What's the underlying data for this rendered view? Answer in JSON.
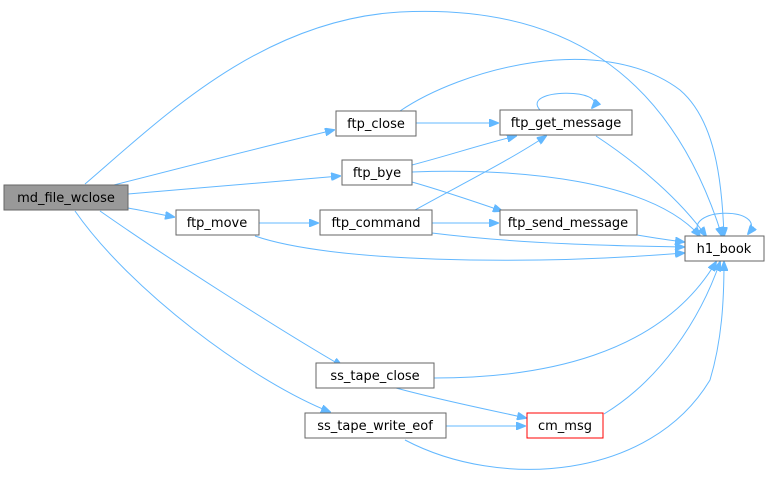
{
  "nodes": {
    "md_file_wclose": {
      "label": "md_file_wclose",
      "fill": "#999999",
      "stroke": "#666666"
    },
    "ftp_close": {
      "label": "ftp_close",
      "fill": "#ffffff",
      "stroke": "#666666"
    },
    "ftp_get_message": {
      "label": "ftp_get_message",
      "fill": "#ffffff",
      "stroke": "#666666"
    },
    "ftp_bye": {
      "label": "ftp_bye",
      "fill": "#ffffff",
      "stroke": "#666666"
    },
    "ftp_move": {
      "label": "ftp_move",
      "fill": "#ffffff",
      "stroke": "#666666"
    },
    "ftp_command": {
      "label": "ftp_command",
      "fill": "#ffffff",
      "stroke": "#666666"
    },
    "ftp_send_message": {
      "label": "ftp_send_message",
      "fill": "#ffffff",
      "stroke": "#666666"
    },
    "h1_book": {
      "label": "h1_book",
      "fill": "#ffffff",
      "stroke": "#666666"
    },
    "ss_tape_close": {
      "label": "ss_tape_close",
      "fill": "#ffffff",
      "stroke": "#666666"
    },
    "ss_tape_write_eof": {
      "label": "ss_tape_write_eof",
      "fill": "#ffffff",
      "stroke": "#666666"
    },
    "cm_msg": {
      "label": "cm_msg",
      "fill": "#ffffff",
      "stroke": "#ff0000"
    }
  },
  "edge_color": "#63b8ff",
  "edges": [
    {
      "from": "md_file_wclose",
      "to": "ftp_close"
    },
    {
      "from": "md_file_wclose",
      "to": "ftp_bye"
    },
    {
      "from": "md_file_wclose",
      "to": "ftp_move"
    },
    {
      "from": "md_file_wclose",
      "to": "h1_book"
    },
    {
      "from": "md_file_wclose",
      "to": "ss_tape_close"
    },
    {
      "from": "md_file_wclose",
      "to": "ss_tape_write_eof"
    },
    {
      "from": "ftp_close",
      "to": "ftp_get_message"
    },
    {
      "from": "ftp_close",
      "to": "h1_book"
    },
    {
      "from": "ftp_get_message",
      "to": "ftp_get_message"
    },
    {
      "from": "ftp_get_message",
      "to": "h1_book"
    },
    {
      "from": "ftp_bye",
      "to": "ftp_get_message"
    },
    {
      "from": "ftp_bye",
      "to": "ftp_send_message"
    },
    {
      "from": "ftp_bye",
      "to": "h1_book"
    },
    {
      "from": "ftp_move",
      "to": "ftp_command"
    },
    {
      "from": "ftp_move",
      "to": "h1_book"
    },
    {
      "from": "ftp_command",
      "to": "ftp_get_message"
    },
    {
      "from": "ftp_command",
      "to": "ftp_send_message"
    },
    {
      "from": "ftp_command",
      "to": "h1_book"
    },
    {
      "from": "ftp_send_message",
      "to": "h1_book"
    },
    {
      "from": "h1_book",
      "to": "h1_book"
    },
    {
      "from": "ss_tape_close",
      "to": "cm_msg"
    },
    {
      "from": "ss_tape_close",
      "to": "h1_book"
    },
    {
      "from": "ss_tape_write_eof",
      "to": "cm_msg"
    },
    {
      "from": "ss_tape_write_eof",
      "to": "h1_book"
    },
    {
      "from": "cm_msg",
      "to": "h1_book"
    }
  ]
}
